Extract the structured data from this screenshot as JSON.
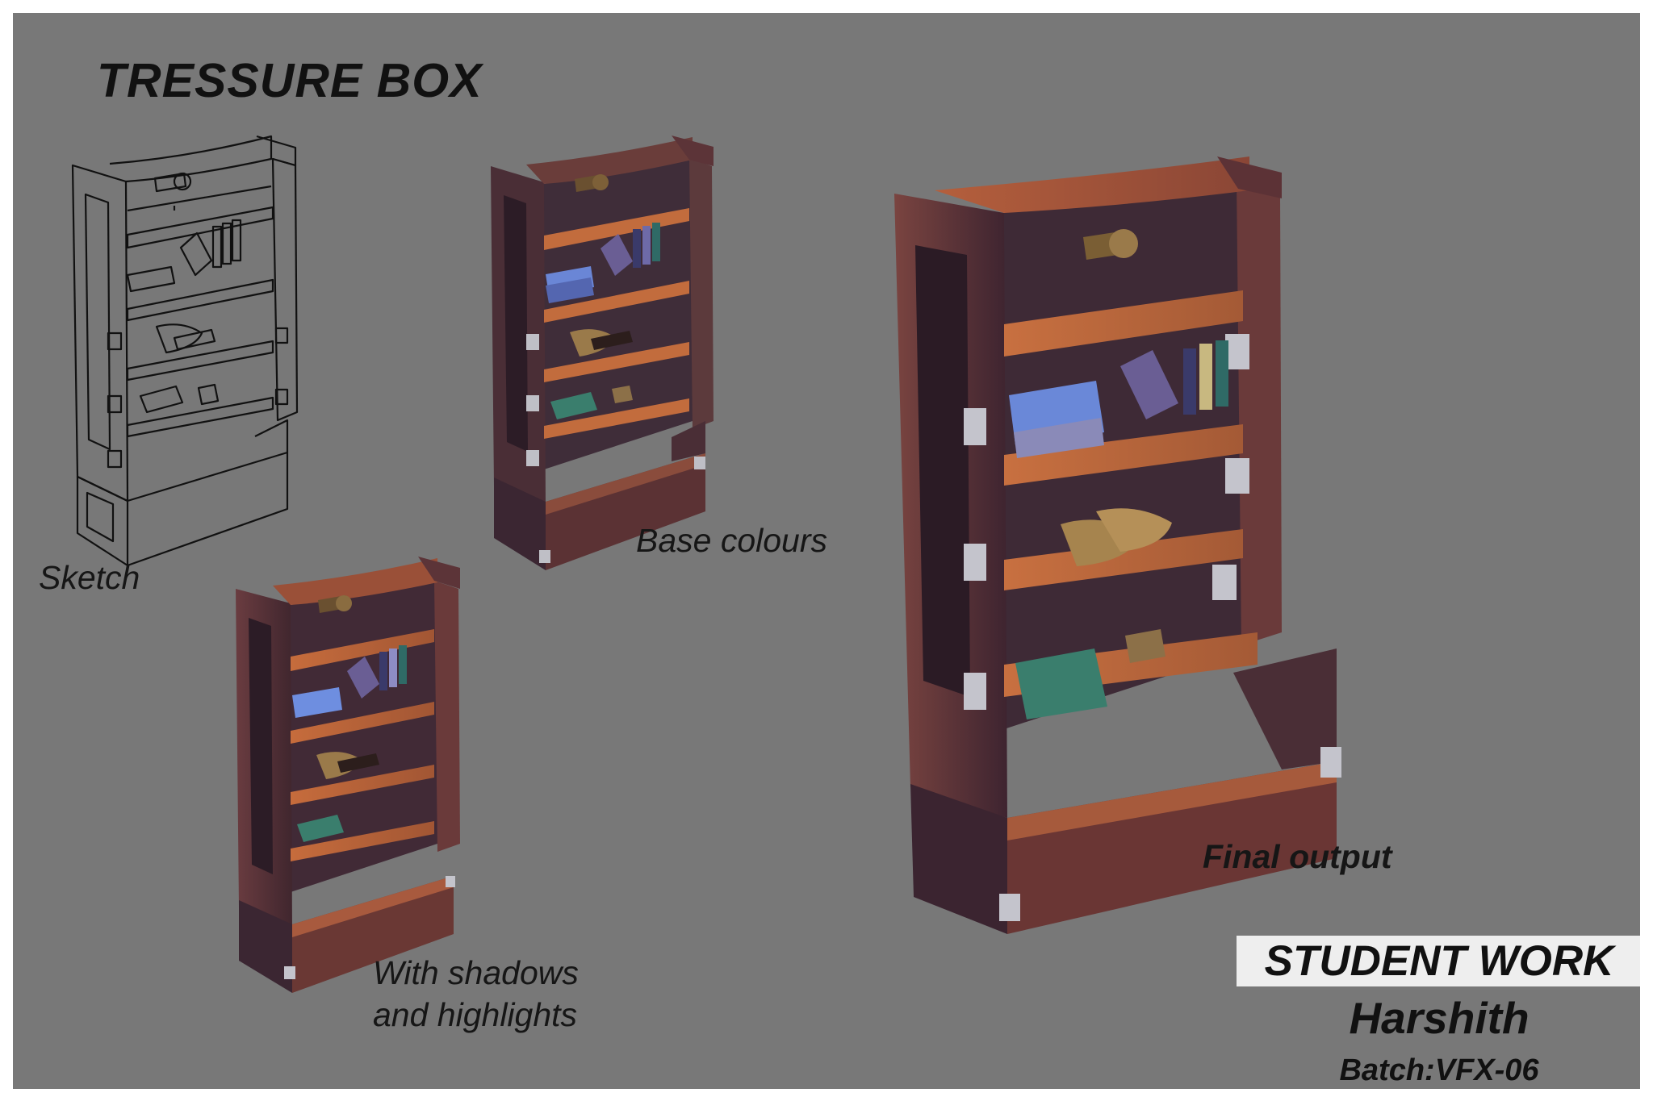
{
  "title": "TRESSURE BOX",
  "stages": [
    {
      "label": "Sketch"
    },
    {
      "label": "Base colours"
    },
    {
      "label_lines": [
        "With shadows",
        "and highlights"
      ]
    },
    {
      "label": "Final output"
    }
  ],
  "credits": {
    "badge": "STUDENT WORK",
    "name": "Harshith",
    "batch": "Batch:VFX-06"
  },
  "colors": {
    "background": "#787878",
    "frame_wood": "#6a3d3a",
    "shelf_wood": "#c26c3d",
    "book_blue": "#6a86d6",
    "book_green": "#3a7e6d",
    "book_purple": "#6a5e94",
    "scroll": "#9a7a4a",
    "metal_bracket": "#bfbfc6"
  }
}
